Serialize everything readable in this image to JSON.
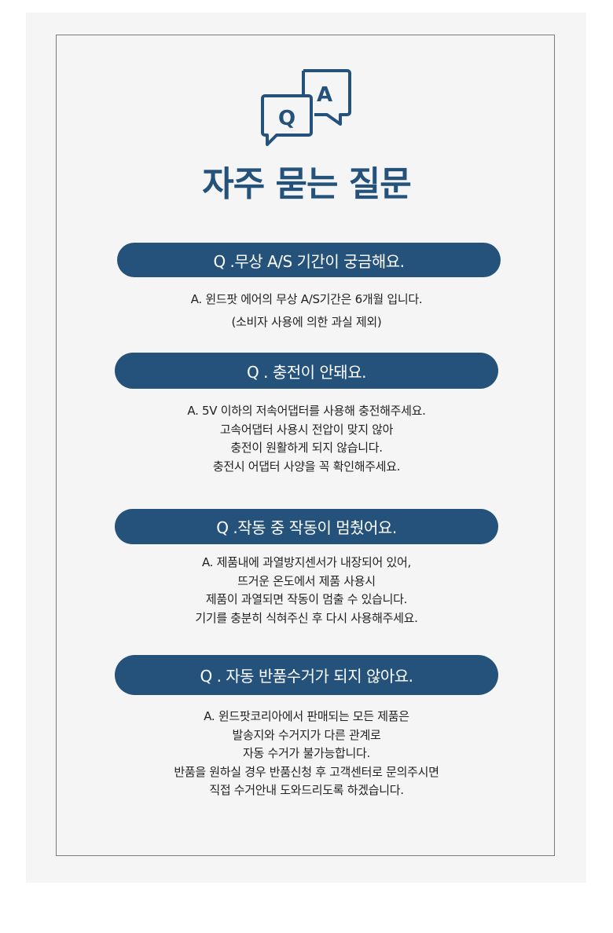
{
  "title": "자주 묻는 질문",
  "icon_label_q": "Q",
  "icon_label_a": "A",
  "accent_color": "#24527a",
  "faq": [
    {
      "question": "Q .무상 A/S 기간이 궁금해요.",
      "answer": [
        "A. 윈드팟 에어의 무상 A/S기간은 6개월 입니다.",
        "(소비자 사용에 의한 과실 제외)"
      ]
    },
    {
      "question": "Q . 충전이 안돼요.",
      "answer": [
        "A. 5V 이하의 저속어댑터를 사용해 충전해주세요.",
        "고속어댑터 사용시 전압이 맞지 않아",
        "충전이 원활하게 되지 않습니다.",
        "충전시 어댑터 사양을 꼭 확인해주세요."
      ]
    },
    {
      "question": "Q .작동 중 작동이 멈췄어요.",
      "answer": [
        "A. 제품내에 과열방지센서가 내장되어 있어,",
        "뜨거운 온도에서 제품 사용시",
        "제품이 과열되면 작동이 멈출 수 있습니다.",
        "기기를 충분히 식혀주신 후 다시 사용해주세요."
      ]
    },
    {
      "question": "Q . 자동 반품수거가 되지 않아요.",
      "answer": [
        "A. 윈드팟코리아에서 판매되는 모든 제품은",
        "발송지와 수거지가 다른 관계로",
        "자동 수거가 불가능합니다.",
        "반품을 원하실 경우 반품신청 후 고객센터로 문의주시면",
        "직접 수거안내 도와드리도록 하겠습니다."
      ]
    }
  ]
}
